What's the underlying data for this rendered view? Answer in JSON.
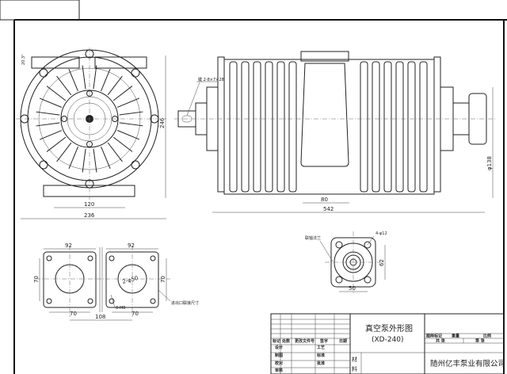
{
  "front_view": {
    "dims": {
      "width_inner": "120",
      "width_total": "236",
      "height": "246",
      "angle": "20.3°"
    }
  },
  "side_view": {
    "dims": {
      "key_label": "键 2-8×7×28",
      "offset": "80",
      "length": "542",
      "diameter": "φ138"
    }
  },
  "port_flanges": {
    "dims": {
      "w_left": "92",
      "w_right": "92",
      "h_left": "70",
      "h_right": "70",
      "bottom_left": "70",
      "bottom_right": "70",
      "spacing": "108",
      "bore": "2-φ50",
      "bolts": "8-M8",
      "note": "进出口联接尺寸"
    }
  },
  "shaft_flange": {
    "dims": {
      "holes": "4-φ12",
      "height": "62",
      "width": "50",
      "label": "联轴法兰"
    }
  },
  "title_block": {
    "title": "真空泵外形图",
    "model": "(XD-240)",
    "company": "随州亿丰泵业有限公司",
    "material_label_1": "材",
    "material_label_2": "料",
    "rev_headers": [
      "标记",
      "处数",
      "更改文件号",
      "签字",
      "日期"
    ],
    "sign_rows": [
      [
        "设计",
        "工艺"
      ],
      [
        "制图",
        "标准"
      ],
      [
        "校对",
        "批准"
      ],
      [
        "审核",
        ""
      ]
    ],
    "stage_headers": [
      "图样标记",
      "重量",
      "比例"
    ],
    "sheet_labels": [
      "共 张",
      "第 张"
    ]
  }
}
